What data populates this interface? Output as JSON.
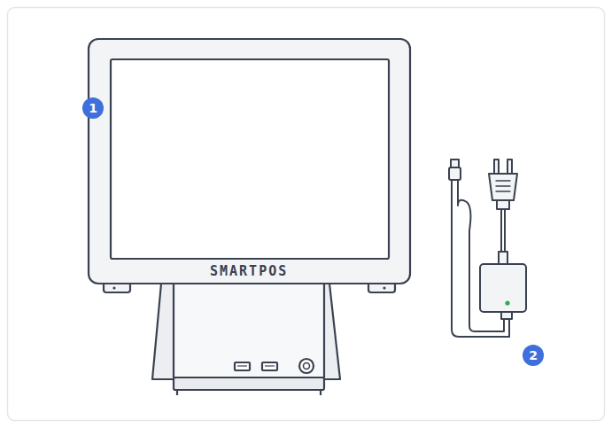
{
  "diagram": {
    "labels": [
      "1",
      "SMARTPOS",
      "2"
    ]
  }
}
